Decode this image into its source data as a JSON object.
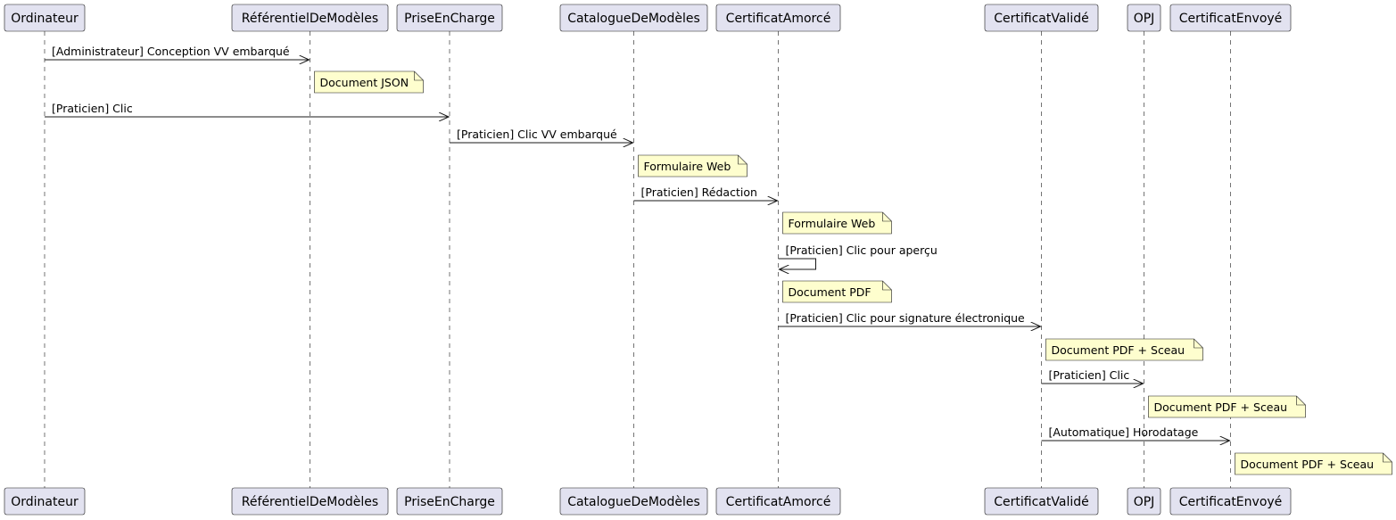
{
  "participants": [
    {
      "name": "Ordinateur"
    },
    {
      "name": "RéférentielDeModèles"
    },
    {
      "name": "PriseEnCharge"
    },
    {
      "name": "CatalogueDeModèles"
    },
    {
      "name": "CertificatAmorcé"
    },
    {
      "name": "CertificatValidé"
    },
    {
      "name": "OPJ"
    },
    {
      "name": "CertificatEnvoyé"
    }
  ],
  "sequence": [
    {
      "kind": "message",
      "from": 0,
      "to": 1,
      "label": "[Administrateur] Conception VV embarqué"
    },
    {
      "kind": "note",
      "over": 1,
      "text": "Document JSON"
    },
    {
      "kind": "message",
      "from": 0,
      "to": 2,
      "label": "[Praticien] Clic"
    },
    {
      "kind": "message",
      "from": 2,
      "to": 3,
      "label": "[Praticien] Clic VV embarqué"
    },
    {
      "kind": "note",
      "over": 3,
      "text": "Formulaire Web"
    },
    {
      "kind": "message",
      "from": 3,
      "to": 4,
      "label": "[Praticien] Rédaction"
    },
    {
      "kind": "note",
      "over": 4,
      "text": "Formulaire Web"
    },
    {
      "kind": "message",
      "from": 4,
      "to": 4,
      "label": "[Praticien] Clic pour aperçu"
    },
    {
      "kind": "note",
      "over": 4,
      "text": "Document PDF"
    },
    {
      "kind": "message",
      "from": 4,
      "to": 5,
      "label": "[Praticien] Clic pour signature électronique"
    },
    {
      "kind": "note",
      "over": 5,
      "text": "Document PDF + Sceau"
    },
    {
      "kind": "message",
      "from": 5,
      "to": 6,
      "label": "[Praticien] Clic"
    },
    {
      "kind": "note",
      "over": 6,
      "text": "Document PDF + Sceau"
    },
    {
      "kind": "message",
      "from": 5,
      "to": 7,
      "label": "[Automatique] Horodatage"
    },
    {
      "kind": "note",
      "over": 7,
      "text": "Document PDF + Sceau"
    }
  ],
  "colors": {
    "participant_fill": "#e2e2f0",
    "note_fill": "#fefece",
    "line": "#181818"
  }
}
